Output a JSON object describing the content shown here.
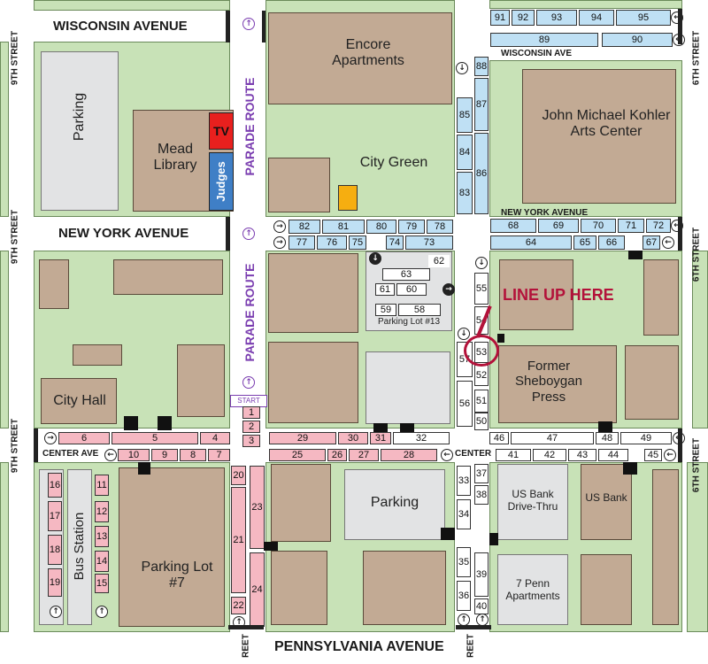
{
  "streets": {
    "wisconsin_left": "WISCONSIN AVENUE",
    "wisconsin_right": "WISCONSIN AVE",
    "newyork_left": "NEW YORK AVENUE",
    "newyork_right": "NEW YORK AVENUE",
    "center_left": "CENTER AVE",
    "center_mid": "CENTER",
    "pennsylvania": "PENNSYLVANIA AVENUE",
    "ninth": "9TH STREET",
    "sixth": "6TH STREET",
    "eighth_partial": "REET",
    "seventh_partial": "REET",
    "parade_route": "PARADE ROUTE"
  },
  "buildings": {
    "encore": "Encore Apartments",
    "city_green": "City Green",
    "kohler": "John Michael Kohler Arts Center",
    "mead": "Mead Library",
    "tv": "TV",
    "judges": "Judges",
    "parking_top": "Parking",
    "city_hall": "City Hall",
    "parking_lot_13": "Parking Lot #13",
    "sheboygan_press": "Former Sheboygan Press",
    "parking_mid": "Parking",
    "parking_lot_7": "Parking Lot #7",
    "bus_station": "Bus Station",
    "us_bank_drive": "US Bank Drive-Thru",
    "us_bank": "US Bank",
    "penn_apartments": "7 Penn Apartments"
  },
  "annotations": {
    "line_up": "LINE UP HERE",
    "start": "START"
  },
  "slots": {
    "row_top_right": [
      "91",
      "92",
      "93",
      "94",
      "95"
    ],
    "row_89_90": [
      "89",
      "90"
    ],
    "col_88": [
      "88",
      "87",
      "85",
      "84",
      "83",
      "86"
    ],
    "ny_row_a": [
      "82",
      "81",
      "80",
      "79",
      "78"
    ],
    "ny_row_b": [
      "77",
      "76",
      "75",
      "74",
      "73"
    ],
    "ny_right_a": [
      "68",
      "69",
      "70",
      "71",
      "72"
    ],
    "ny_right_b": [
      "64",
      "65",
      "66",
      "67"
    ],
    "lot13": [
      "62",
      "63",
      "61",
      "60",
      "59",
      "58"
    ],
    "col_east": [
      "55",
      "54",
      "53",
      "52",
      "51",
      "50",
      "56",
      "57"
    ],
    "start_col": [
      "1",
      "2",
      "3"
    ],
    "center_left_a": [
      "6",
      "5",
      "4"
    ],
    "center_left_b": [
      "10",
      "9",
      "8",
      "7"
    ],
    "center_mid_a": [
      "29",
      "30",
      "31",
      "32"
    ],
    "center_mid_b": [
      "25",
      "26",
      "27",
      "28"
    ],
    "center_right_a": [
      "46",
      "47",
      "48",
      "49"
    ],
    "center_right_b": [
      "41",
      "42",
      "43",
      "44",
      "45"
    ],
    "bus_col_a": [
      "16",
      "17",
      "18",
      "19"
    ],
    "bus_col_b": [
      "11",
      "12",
      "13",
      "14",
      "15"
    ],
    "col_20_24": [
      "20",
      "21",
      "22",
      "23",
      "24"
    ],
    "col_33_40": [
      "33",
      "34",
      "35",
      "36",
      "37",
      "38",
      "39",
      "40"
    ]
  },
  "colors": {
    "block_green": "#c8e2b7",
    "building_tan": "#c2aa94",
    "parking_gray": "#e2e3e4",
    "slot_blue": "#bfe0f4",
    "slot_pink": "#f5b8c2",
    "parade_purple": "#7a3db0",
    "line_up_red": "#b3123a",
    "tv_red": "#e8201e",
    "judges_blue": "#3f7fc6",
    "square_orange": "#f6ae10"
  }
}
